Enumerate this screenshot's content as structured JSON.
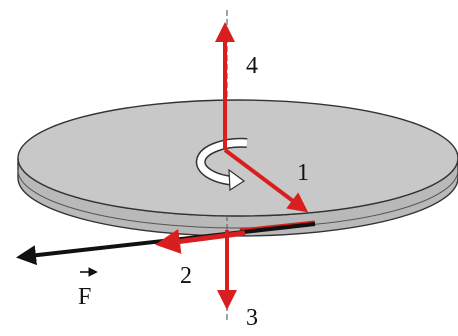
{
  "diagram": {
    "labels": {
      "arrow_1": "1",
      "arrow_2": "2",
      "arrow_3": "3",
      "arrow_4": "4",
      "force": "F"
    },
    "colors": {
      "disc_top": "#c8c8c8",
      "disc_edge": "#b9b9b9",
      "outline": "#333333",
      "red_arrow": "#d81e1e",
      "force_arrow": "#111111",
      "axis": "#666666",
      "rotation_arrow": "#ffffff"
    }
  }
}
